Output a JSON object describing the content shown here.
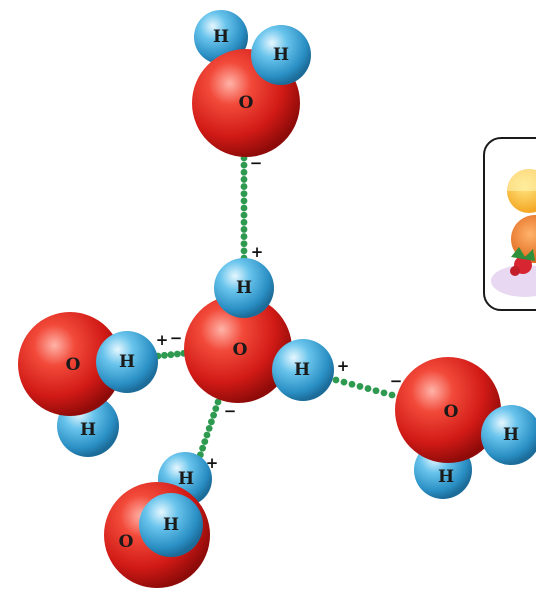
{
  "atom_labels": {
    "oxygen": "O",
    "hydrogen": "H"
  },
  "charge_symbols": {
    "positive": "+",
    "negative": "−"
  },
  "colors": {
    "oxygen": "#d9211c",
    "hydrogen": "#3fa7d6",
    "hydrogen_bond": "#2e9a50"
  },
  "diagram": {
    "subject": "hydrogen bonding between water molecules",
    "inset_icon": "fruit-photo-thumbnail"
  }
}
